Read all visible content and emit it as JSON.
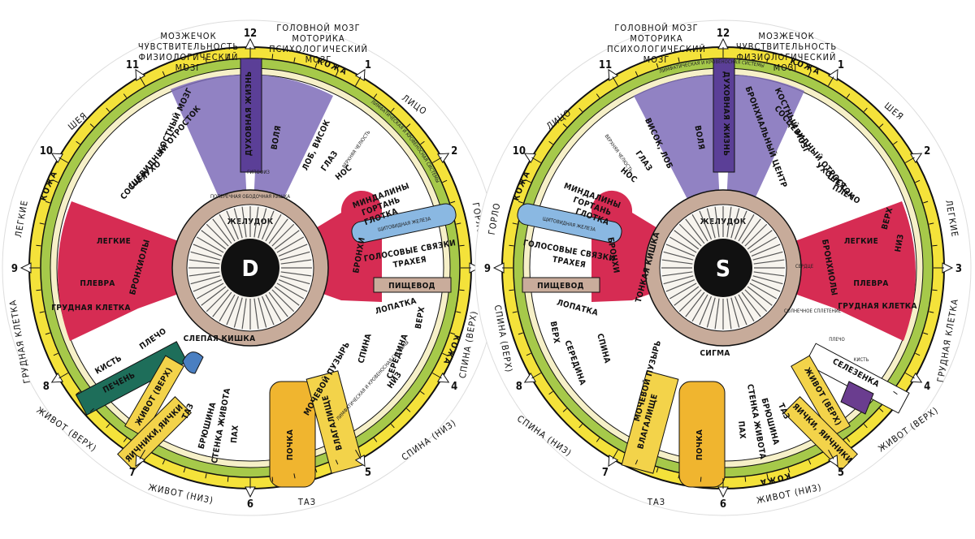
{
  "charts": [
    {
      "id": "right-eye",
      "eye_letter": "D",
      "clock_numbers": [
        "12",
        "1",
        "2",
        "3",
        "4",
        "5",
        "6",
        "7",
        "8",
        "9",
        "10",
        "11"
      ],
      "skin_label": "КОЖА",
      "lymph_label": "ЛИМФАТИЧЕСКАЯ И КРОВЕНОСНАЯ СИСТЕМЫ",
      "outer_labels": [
        {
          "text": "ГОЛОВНОЙ МОЗГ"
        },
        {
          "text": "МОТОРИКА"
        },
        {
          "text": "ПСИХОЛОГИЧЕСКИЙ"
        },
        {
          "text": "МОЗГ"
        },
        {
          "text": "МОЗЖЕЧОК"
        },
        {
          "text": "ЧУВСТВИТЕЛЬНОСТЬ"
        },
        {
          "text": "ФИЗИОЛОГИЧЕСКИЙ"
        },
        {
          "text": "МОЗГ"
        },
        {
          "text": "ЛИЦО"
        },
        {
          "text": "ШЕЯ"
        },
        {
          "text": "ГОРЛО"
        },
        {
          "text": "ЛЕГКИЕ"
        },
        {
          "text": "ГРУДНАЯ КЛЕТКА"
        },
        {
          "text": "СПИНА (ВЕРХ)"
        },
        {
          "text": "ЖИВОТ (ВЕРХ)"
        },
        {
          "text": "СПИНА (НИЗ)"
        },
        {
          "text": "ЖИВОТ (НИЗ)"
        },
        {
          "text": "ТАЗ"
        }
      ],
      "zone_labels": [
        {
          "text": "ЖЕЛУДОК"
        },
        {
          "text": "ПОПЕРЕЧНАЯ ОБОДОЧНАЯ КИШКА"
        },
        {
          "text": "СЛЕПАЯ КИШКА"
        },
        {
          "text": "ЛЕГКИЕ"
        },
        {
          "text": "ПЛЕВРА"
        },
        {
          "text": "ГРУДНАЯ КЛЕТКА"
        },
        {
          "text": "БРОНХИОЛЫ"
        },
        {
          "text": "ПЛЕЧО"
        },
        {
          "text": "КИСТЬ"
        },
        {
          "text": "ПЕЧЕНЬ"
        },
        {
          "text": "ЖИВОТ (ВЕРХ)"
        },
        {
          "text": "ЯИЧНИКИ,ЯИЧКИ"
        },
        {
          "text": "ТАЗ"
        },
        {
          "text": "БРЮШИНА"
        },
        {
          "text": "СТЕНКА ЖИВОТА"
        },
        {
          "text": "ПАХ"
        },
        {
          "text": "ПОЧКА"
        },
        {
          "text": "ВЛАГАЛИЩЕ"
        },
        {
          "text": "МОЧЕВОЙ ПУЗЫРЬ"
        },
        {
          "text": "СПИНА"
        },
        {
          "text": "СЕРЕДИНА"
        },
        {
          "text": "ВЕРХ"
        },
        {
          "text": "НИЗ"
        },
        {
          "text": "ЛОПАТКА"
        },
        {
          "text": "ПИЩЕВОД"
        },
        {
          "text": "ГОЛОСОВЫЕ СВЯЗКИ"
        },
        {
          "text": "ТРАХЕЯ"
        },
        {
          "text": "ЩИТОВИДНАЯ ЖЕЛЕЗА"
        },
        {
          "text": "БРОНХИ"
        },
        {
          "text": "МИНДАЛИНЫ"
        },
        {
          "text": "ГОРТАНЬ"
        },
        {
          "text": "ГЛОТКА"
        },
        {
          "text": "НОС"
        },
        {
          "text": "ГЛАЗ"
        },
        {
          "text": "ЛОБ, ВИСОК"
        },
        {
          "text": "ВЕРХНЯЯ ЧЕЛЮСТЬ"
        },
        {
          "text": "ВОЛЯ"
        },
        {
          "text": "ДУХОВНАЯ ЖИЗНЬ"
        },
        {
          "text": "ГИПОФИЗ"
        },
        {
          "text": "СОСЦЕВИДНЫЙ ОТРОСТОК"
        },
        {
          "text": "КОСТНЫЙ МОЗГ"
        },
        {
          "text": "УХО"
        },
        {
          "text": "ШЕЯ"
        },
        {
          "text": "ЛИМФАТИЧЕСКАЯ И КРОВЕНОСНАЯ СИСТЕМЫ"
        }
      ]
    },
    {
      "id": "left-eye",
      "eye_letter": "S",
      "clock_numbers": [
        "12",
        "1",
        "2",
        "3",
        "4",
        "5",
        "6",
        "7",
        "8",
        "9",
        "10",
        "11"
      ],
      "skin_label": "КОЖА",
      "lymph_label": "ЛИМФАТИЧЕСКАЯ И КРОВЕНОСНАЯ СИСТЕМЫ",
      "outer_labels": [
        {
          "text": "ГОЛОВНОЙ МОЗГ"
        },
        {
          "text": "МОТОРИКА"
        },
        {
          "text": "ПСИХОЛОГИЧЕСКИЙ"
        },
        {
          "text": "МОЗГ"
        },
        {
          "text": "МОЗЖЕЧОК"
        },
        {
          "text": "ЧУВСТВИТЕЛЬНОСТЬ"
        },
        {
          "text": "ФИЗИОЛОГИЧЕСКИЙ"
        },
        {
          "text": "МОЗГ"
        },
        {
          "text": "ЛИЦО"
        },
        {
          "text": "ШЕЯ"
        },
        {
          "text": "ГОРЛО"
        },
        {
          "text": "ЛЕГКИЕ"
        },
        {
          "text": "ГРУДНАЯ КЛЕТКА"
        },
        {
          "text": "СПИНА (ВЕРХ)"
        },
        {
          "text": "ЖИВОТ (ВЕРХ)"
        },
        {
          "text": "СПИНА (НИЗ)"
        },
        {
          "text": "ЖИВОТ (НИЗ)"
        },
        {
          "text": "ТАЗ"
        }
      ],
      "zone_labels": [
        {
          "text": "ЖЕЛУДОК"
        },
        {
          "text": "СИГМА"
        },
        {
          "text": "ТОНКАЯ КИШКА"
        },
        {
          "text": "ЛЕГКИЕ"
        },
        {
          "text": "ВЕРХ"
        },
        {
          "text": "НИЗ"
        },
        {
          "text": "ПЛЕВРА"
        },
        {
          "text": "ГРУДНАЯ КЛЕТКА"
        },
        {
          "text": "БРОНХИОЛЫ"
        },
        {
          "text": "СЕРДЦЕ"
        },
        {
          "text": "СОЛНЕЧНОЕ СПЛЕТЕНИЕ"
        },
        {
          "text": "КИСТЬ"
        },
        {
          "text": "ПЛЕЧО"
        },
        {
          "text": "СЕЛЕЗЕНКА"
        },
        {
          "text": "ЖИВОТ (ВЕРХ)"
        },
        {
          "text": "ЯИЧКИ, ЯИЧНИКИ"
        },
        {
          "text": "ТАЗ"
        },
        {
          "text": "БРЮШИНА"
        },
        {
          "text": "СТЕНКА ЖИВОТА"
        },
        {
          "text": "ПАХ"
        },
        {
          "text": "ПОЧКА"
        },
        {
          "text": "ВЛАГАЛИЩЕ"
        },
        {
          "text": "МОЧЕВОЙ ПУЗЫРЬ"
        },
        {
          "text": "СПИНА"
        },
        {
          "text": "СЕРЕДИНА"
        },
        {
          "text": "ВЕРХ"
        },
        {
          "text": "ЛОПАТКА"
        },
        {
          "text": "ПИЩЕВОД"
        },
        {
          "text": "ГОЛОСОВЫЕ СВЯЗКИ"
        },
        {
          "text": "ТРАХЕЯ"
        },
        {
          "text": "ЩИТОВИДНАЯ ЖЕЛЕЗА"
        },
        {
          "text": "БРОНХИ"
        },
        {
          "text": "МИНДАЛИНЫ"
        },
        {
          "text": "ГОРТАНЬ"
        },
        {
          "text": "ГЛОТКА"
        },
        {
          "text": "НОС"
        },
        {
          "text": "ГЛАЗ"
        },
        {
          "text": "ВИСОК, ЛОБ"
        },
        {
          "text": "ВЕРХНЯЯ ЧЕЛЮСТЬ"
        },
        {
          "text": "ВОЛЯ"
        },
        {
          "text": "ДУХОВНАЯ ЖИЗНЬ"
        },
        {
          "text": "БРОНХИАЛЬНЫЙ ЦЕНТР"
        },
        {
          "text": "СОСЦЕВИДНЫЙ ОТРОСТОК"
        },
        {
          "text": "КОСТНЫЙ МОЗГ"
        },
        {
          "text": "УХО"
        },
        {
          "text": "ШЕЯ"
        },
        {
          "text": "ПЛЕЧО"
        }
      ]
    }
  ]
}
